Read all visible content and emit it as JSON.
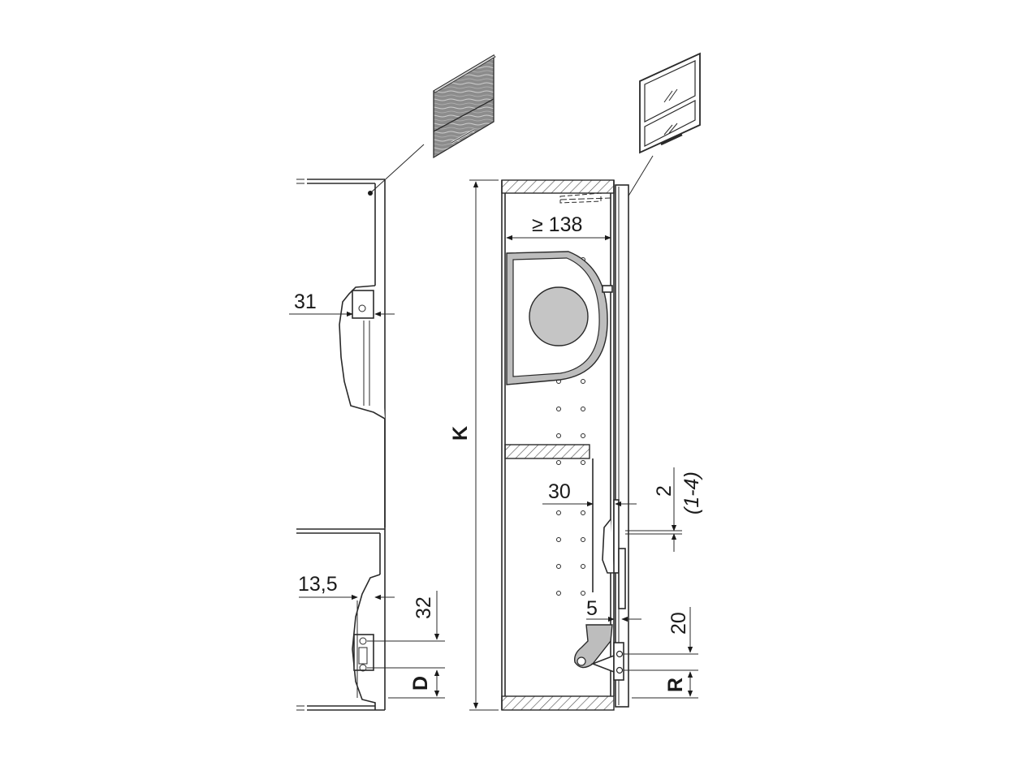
{
  "diagram": {
    "labels": {
      "dim_31": "31",
      "dim_138": "≥ 138",
      "dim_k": "K",
      "dim_30": "30",
      "dim_2": "2",
      "dim_1_4": "(1-4)",
      "dim_13_5": "13,5",
      "dim_32": "32",
      "dim_d": "D",
      "dim_5": "5",
      "dim_20": "20",
      "dim_r": "R"
    },
    "icons": {
      "wood_door": "wood-door-icon",
      "glass_door": "glass-door-icon"
    },
    "colors": {
      "line": "#2a2a2a",
      "fitting_grey": "#bdbdbd",
      "door_grey": "#8f8f8f"
    }
  }
}
